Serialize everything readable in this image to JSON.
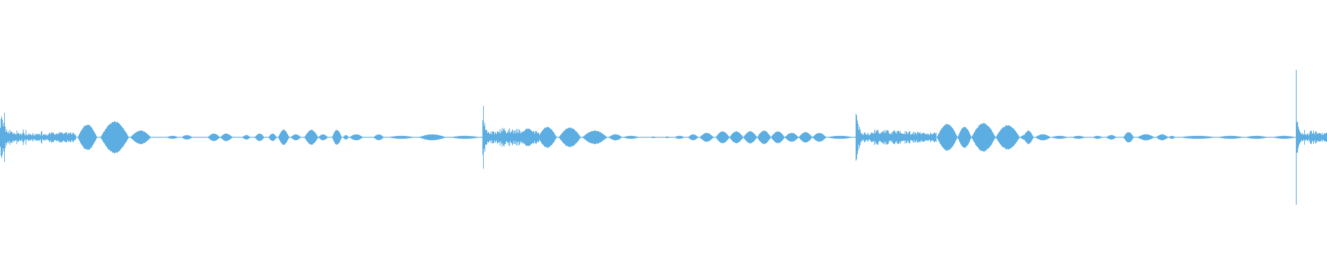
{
  "chart_data": {
    "type": "area",
    "title": "",
    "xlabel": "",
    "ylabel": "",
    "axes_visible": false,
    "grid": false,
    "legend": "none",
    "color": "#5dade2",
    "ylim": [
      -1,
      1
    ],
    "duration_units": 1920,
    "segments": [
      {
        "name": "burst",
        "start": 0,
        "end": 70,
        "peak": 0.6
      },
      {
        "name": "noise",
        "start": 0,
        "end": 110,
        "peak": 0.12
      },
      {
        "name": "blob",
        "start": 112,
        "end": 140,
        "peak": 0.17
      },
      {
        "name": "blob",
        "start": 145,
        "end": 186,
        "peak": 0.21
      },
      {
        "name": "blob",
        "start": 188,
        "end": 218,
        "peak": 0.09
      },
      {
        "name": "blob",
        "start": 240,
        "end": 258,
        "peak": 0.02
      },
      {
        "name": "blob",
        "start": 262,
        "end": 278,
        "peak": 0.03
      },
      {
        "name": "blob",
        "start": 300,
        "end": 318,
        "peak": 0.05
      },
      {
        "name": "blob",
        "start": 318,
        "end": 336,
        "peak": 0.05
      },
      {
        "name": "blob",
        "start": 350,
        "end": 362,
        "peak": 0.03
      },
      {
        "name": "blob",
        "start": 368,
        "end": 382,
        "peak": 0.05
      },
      {
        "name": "blob",
        "start": 388,
        "end": 400,
        "peak": 0.05
      },
      {
        "name": "blob",
        "start": 402,
        "end": 418,
        "peak": 0.1
      },
      {
        "name": "blob",
        "start": 420,
        "end": 435,
        "peak": 0.04
      },
      {
        "name": "blob",
        "start": 440,
        "end": 460,
        "peak": 0.1
      },
      {
        "name": "blob",
        "start": 460,
        "end": 474,
        "peak": 0.04
      },
      {
        "name": "blob",
        "start": 480,
        "end": 494,
        "peak": 0.1
      },
      {
        "name": "blob",
        "start": 496,
        "end": 504,
        "peak": 0.03
      },
      {
        "name": "blob",
        "start": 505,
        "end": 525,
        "peak": 0.04
      },
      {
        "name": "blob",
        "start": 540,
        "end": 555,
        "peak": 0.04
      },
      {
        "name": "blob",
        "start": 560,
        "end": 600,
        "peak": 0.02
      },
      {
        "name": "blob",
        "start": 605,
        "end": 645,
        "peak": 0.04
      },
      {
        "name": "blob",
        "start": 650,
        "end": 695,
        "peak": 0.02
      },
      {
        "name": "burst",
        "start": 698,
        "end": 725,
        "peak": 1.0
      },
      {
        "name": "noise",
        "start": 698,
        "end": 780,
        "peak": 0.16
      },
      {
        "name": "blob",
        "start": 752,
        "end": 775,
        "peak": 0.12
      },
      {
        "name": "blob",
        "start": 778,
        "end": 805,
        "peak": 0.14
      },
      {
        "name": "blob",
        "start": 808,
        "end": 840,
        "peak": 0.13
      },
      {
        "name": "blob",
        "start": 842,
        "end": 878,
        "peak": 0.09
      },
      {
        "name": "blob",
        "start": 880,
        "end": 900,
        "peak": 0.04
      },
      {
        "name": "blob",
        "start": 900,
        "end": 925,
        "peak": 0.02
      },
      {
        "name": "blob",
        "start": 940,
        "end": 950,
        "peak": 0.01
      },
      {
        "name": "blob",
        "start": 960,
        "end": 970,
        "peak": 0.01
      },
      {
        "name": "blob",
        "start": 975,
        "end": 990,
        "peak": 0.02
      },
      {
        "name": "blob",
        "start": 995,
        "end": 1010,
        "peak": 0.04
      },
      {
        "name": "blob",
        "start": 1012,
        "end": 1032,
        "peak": 0.06
      },
      {
        "name": "blob",
        "start": 1035,
        "end": 1055,
        "peak": 0.08
      },
      {
        "name": "blob",
        "start": 1055,
        "end": 1075,
        "peak": 0.08
      },
      {
        "name": "blob",
        "start": 1075,
        "end": 1095,
        "peak": 0.08
      },
      {
        "name": "blob",
        "start": 1095,
        "end": 1115,
        "peak": 0.09
      },
      {
        "name": "blob",
        "start": 1115,
        "end": 1135,
        "peak": 0.08
      },
      {
        "name": "blob",
        "start": 1135,
        "end": 1155,
        "peak": 0.06
      },
      {
        "name": "blob",
        "start": 1155,
        "end": 1175,
        "peak": 0.07
      },
      {
        "name": "blob",
        "start": 1175,
        "end": 1195,
        "peak": 0.06
      },
      {
        "name": "blob",
        "start": 1195,
        "end": 1235,
        "peak": 0.02
      },
      {
        "name": "burst",
        "start": 1238,
        "end": 1262,
        "peak": 0.95
      },
      {
        "name": "noise",
        "start": 1238,
        "end": 1355,
        "peak": 0.12
      },
      {
        "name": "blob",
        "start": 1355,
        "end": 1385,
        "peak": 0.18
      },
      {
        "name": "blob",
        "start": 1385,
        "end": 1405,
        "peak": 0.14
      },
      {
        "name": "blob",
        "start": 1405,
        "end": 1440,
        "peak": 0.19
      },
      {
        "name": "blob",
        "start": 1440,
        "end": 1475,
        "peak": 0.16
      },
      {
        "name": "blob",
        "start": 1475,
        "end": 1495,
        "peak": 0.04
      },
      {
        "name": "blob",
        "start": 1480,
        "end": 1495,
        "peak": 0.09
      },
      {
        "name": "blob",
        "start": 1497,
        "end": 1520,
        "peak": 0.04
      },
      {
        "name": "blob",
        "start": 1520,
        "end": 1545,
        "peak": 0.02
      },
      {
        "name": "blob",
        "start": 1550,
        "end": 1570,
        "peak": 0.02
      },
      {
        "name": "blob",
        "start": 1580,
        "end": 1595,
        "peak": 0.02
      },
      {
        "name": "blob",
        "start": 1600,
        "end": 1615,
        "peak": 0.03
      },
      {
        "name": "blob",
        "start": 1625,
        "end": 1640,
        "peak": 0.07
      },
      {
        "name": "blob",
        "start": 1645,
        "end": 1670,
        "peak": 0.04
      },
      {
        "name": "blob",
        "start": 1672,
        "end": 1690,
        "peak": 0.04
      },
      {
        "name": "blob",
        "start": 1690,
        "end": 1700,
        "peak": 0.02
      },
      {
        "name": "blob",
        "start": 1705,
        "end": 1760,
        "peak": 0.02
      },
      {
        "name": "blob",
        "start": 1760,
        "end": 1800,
        "peak": 0.02
      },
      {
        "name": "blob",
        "start": 1800,
        "end": 1835,
        "peak": 0.02
      },
      {
        "name": "blob",
        "start": 1840,
        "end": 1875,
        "peak": 0.02
      },
      {
        "name": "burst",
        "start": 1875,
        "end": 1895,
        "peak": 0.9
      },
      {
        "name": "noise",
        "start": 1875,
        "end": 1920,
        "peak": 0.12
      }
    ]
  }
}
